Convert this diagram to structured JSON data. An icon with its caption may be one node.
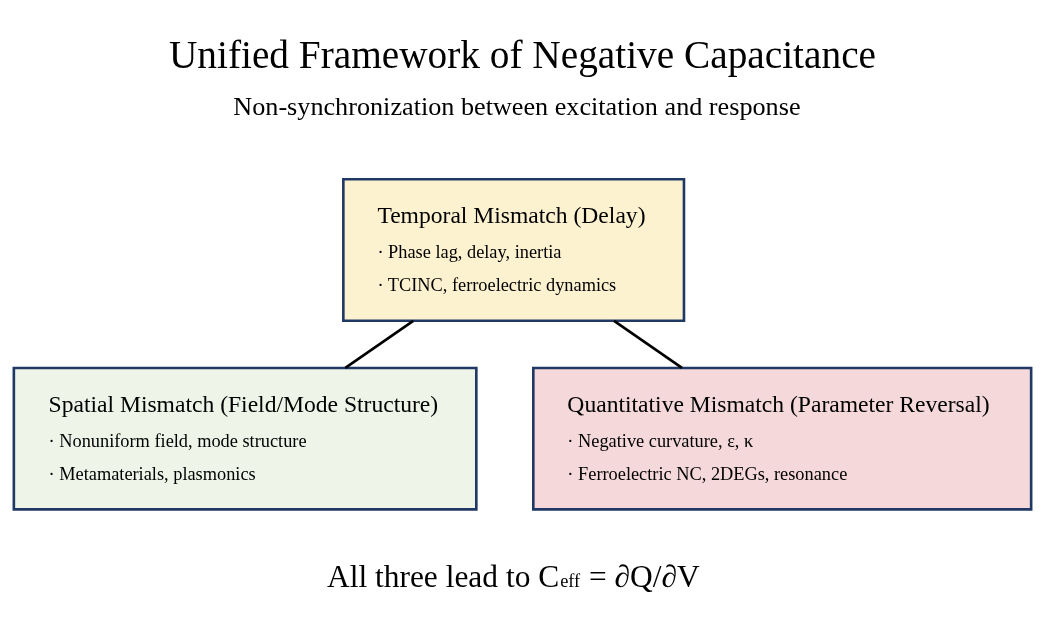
{
  "diagram": {
    "title": "Unified Framework of Negative Capacitance",
    "nodes": [
      {
        "text": [
          "Temporal Mismatch (Delay)",
          "· Phase lag, delay, inertia",
          "· TCINC, ferroelectric dynamics"
        ]
      },
      {
        "text": [
          "Spatial Mismatch (Field/Mode Structure)",
          "· Nonuniform field, mode structure",
          "· Metamaterials, plasmonics"
        ]
      },
      {
        "text": [
          "Quantitative Mismatch (Parameter Reversal)",
          "· Negative curvature, ε, κ",
          "· Ferroelectric NC, 2DEGs, resonance"
        ]
      }
    ],
    "edges": [
      {
        "from": 0,
        "to": 1,
        "arrow": "none"
      },
      {
        "from": 0,
        "to": 2,
        "arrow": "none"
      }
    ],
    "labels": [
      "Non-synchronization between excitation and response",
      "All three lead to C$_{eff}$ = ∂Q/∂V"
    ]
  }
}
